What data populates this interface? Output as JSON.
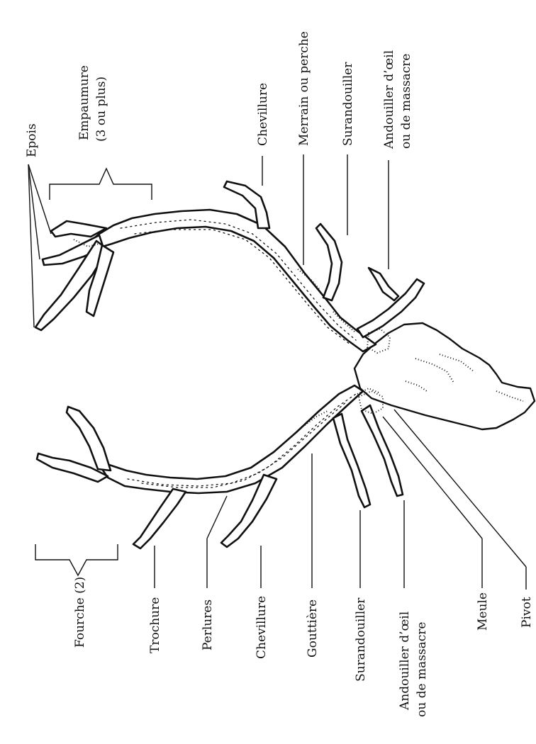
{
  "labels": {
    "epois": "Epois",
    "empaumure_1": "Empaumure",
    "empaumure_2": "(3 ou plus)",
    "chevillure_upper": "Chevillure",
    "merrain": "Merrain ou perche",
    "surandouiller_upper": "Surandouiller",
    "andouiller_upper_1": "Andouiller d’œil",
    "andouiller_upper_2": "ou de massacre",
    "fourche": "Fourche (2)",
    "trochure": "Trochure",
    "perlures": "Perlures",
    "chevillure_lower": "Chevillure",
    "gouttiere": "Gouttière",
    "surandouiller_lower": "Surandouiller",
    "andouiller_lower_1": "Andouiller d’œil",
    "andouiller_lower_2": "ou de massacre",
    "meule": "Meule",
    "pivot": "Pivot"
  }
}
